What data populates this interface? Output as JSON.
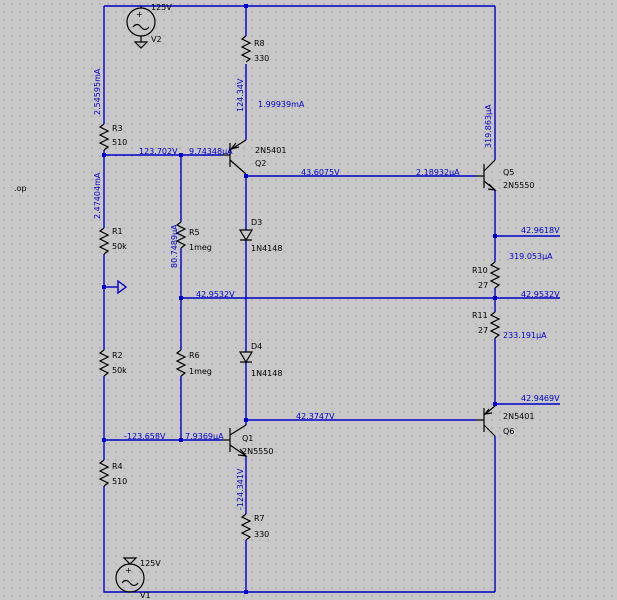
{
  "directive": ".op",
  "components": {
    "V2": {
      "name": "V2",
      "value": "125V"
    },
    "V1": {
      "name": "V1",
      "value": "125V"
    },
    "R8": {
      "name": "R8",
      "value": "330"
    },
    "R3": {
      "name": "R3",
      "value": "510"
    },
    "R1": {
      "name": "R1",
      "value": "50k"
    },
    "R5": {
      "name": "R5",
      "value": "1meg"
    },
    "R2": {
      "name": "R2",
      "value": "50k"
    },
    "R6": {
      "name": "R6",
      "value": "1meg"
    },
    "R4": {
      "name": "R4",
      "value": "510"
    },
    "R7": {
      "name": "R7",
      "value": "330"
    },
    "R10": {
      "name": "R10",
      "value": "27"
    },
    "R11": {
      "name": "R11",
      "value": "27"
    },
    "Q2": {
      "name": "Q2",
      "model": "2N5401"
    },
    "Q1": {
      "name": "Q1",
      "model": "2N5550"
    },
    "Q5": {
      "name": "Q5",
      "model": "2N5550"
    },
    "Q6": {
      "name": "Q6",
      "model": "2N5401"
    },
    "D3": {
      "name": "D3",
      "model": "1N4148"
    },
    "D4": {
      "name": "D4",
      "model": "1N4148"
    }
  },
  "annotations": {
    "i_r3": "2.54595mA",
    "v_r8": "124.34V",
    "i_r8": "1.99939mA",
    "i_q5": "319.863µA",
    "v_n1": "123.702V",
    "i_q2b": "9.74348µA",
    "v_q2c": "43.6075V",
    "i_q5b": "2.18932µA",
    "i_r1": "2.47404mA",
    "v_r5": "80.7489µA",
    "v_top": "42.9618V",
    "i_r10": "319.053µA",
    "v_mid": "42.9532V",
    "v_mid_r": "42.9532V",
    "i_r11": "233.191µA",
    "v_bot": "42.9469V",
    "v_q1c": "42.3747V",
    "v_n2": "-123.658V",
    "i_q1b": "7.9369µA",
    "v_r7": "-124.341V"
  }
}
